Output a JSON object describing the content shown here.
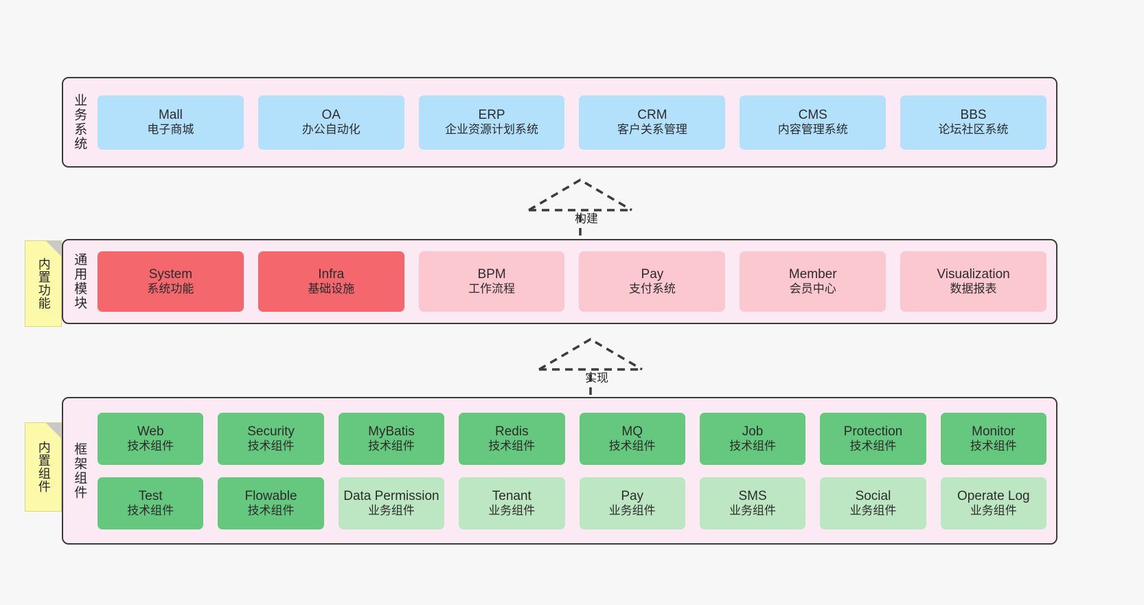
{
  "layers": [
    {
      "title": "业务系统",
      "rows": [
        [
          {
            "name": "Mall",
            "sub": "电子商城",
            "color": "blue"
          },
          {
            "name": "OA",
            "sub": "办公自动化",
            "color": "blue"
          },
          {
            "name": "ERP",
            "sub": "企业资源计划系统",
            "color": "blue"
          },
          {
            "name": "CRM",
            "sub": "客户关系管理",
            "color": "blue"
          },
          {
            "name": "CMS",
            "sub": "内容管理系统",
            "color": "blue"
          },
          {
            "name": "BBS",
            "sub": "论坛社区系统",
            "color": "blue"
          }
        ]
      ]
    },
    {
      "title": "通用模块",
      "note": "内置功能",
      "rows": [
        [
          {
            "name": "System",
            "sub": "系统功能",
            "color": "red"
          },
          {
            "name": "Infra",
            "sub": "基础设施",
            "color": "red"
          },
          {
            "name": "BPM",
            "sub": "工作流程",
            "color": "pink"
          },
          {
            "name": "Pay",
            "sub": "支付系统",
            "color": "pink"
          },
          {
            "name": "Member",
            "sub": "会员中心",
            "color": "pink"
          },
          {
            "name": "Visualization",
            "sub": "数据报表",
            "color": "pink"
          }
        ]
      ]
    },
    {
      "title": "框架组件",
      "note": "内置组件",
      "rows": [
        [
          {
            "name": "Web",
            "sub": "技术组件",
            "color": "green"
          },
          {
            "name": "Security",
            "sub": "技术组件",
            "color": "green"
          },
          {
            "name": "MyBatis",
            "sub": "技术组件",
            "color": "green"
          },
          {
            "name": "Redis",
            "sub": "技术组件",
            "color": "green"
          },
          {
            "name": "MQ",
            "sub": "技术组件",
            "color": "green"
          },
          {
            "name": "Job",
            "sub": "技术组件",
            "color": "green"
          },
          {
            "name": "Protection",
            "sub": "技术组件",
            "color": "green"
          },
          {
            "name": "Monitor",
            "sub": "技术组件",
            "color": "green"
          }
        ],
        [
          {
            "name": "Test",
            "sub": "技术组件",
            "color": "green"
          },
          {
            "name": "Flowable",
            "sub": "技术组件",
            "color": "green"
          },
          {
            "name": "Data Permission",
            "sub": "业务组件",
            "color": "lightgreen"
          },
          {
            "name": "Tenant",
            "sub": "业务组件",
            "color": "lightgreen"
          },
          {
            "name": "Pay",
            "sub": "业务组件",
            "color": "lightgreen"
          },
          {
            "name": "SMS",
            "sub": "业务组件",
            "color": "lightgreen"
          },
          {
            "name": "Social",
            "sub": "业务组件",
            "color": "lightgreen"
          },
          {
            "name": "Operate Log",
            "sub": "业务组件",
            "color": "lightgreen"
          }
        ]
      ]
    }
  ],
  "connectors": [
    {
      "label": "构建"
    },
    {
      "label": "实现"
    }
  ],
  "colors": {
    "panel_bg": "#fbeaf4",
    "panel_border": "#3b3b3b",
    "blue": "#b3e0fb",
    "red": "#f3676d",
    "pink": "#fbc8cf",
    "green": "#66c87e",
    "lightgreen": "#bde7c3",
    "note_bg": "#fcfaa8",
    "canvas_bg": "#f7f7f7"
  }
}
